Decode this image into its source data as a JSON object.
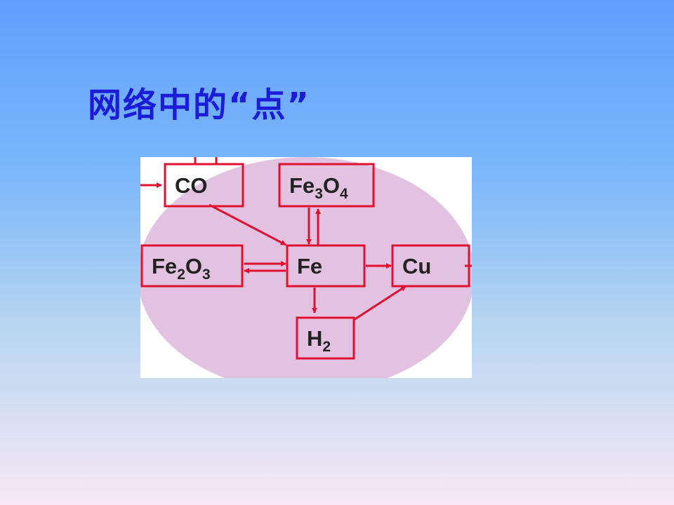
{
  "title": "网络中的“点”",
  "colors": {
    "title": "#1c1cd8",
    "ellipse": "#e2c2e0",
    "box_stroke": "#e01030",
    "arrow": "#e01030",
    "text": "#222222"
  },
  "nodes": [
    {
      "id": "co",
      "parts": [
        {
          "t": "CO"
        }
      ]
    },
    {
      "id": "fe3o4",
      "parts": [
        {
          "t": "Fe"
        },
        {
          "t": "3",
          "sub": true
        },
        {
          "t": "O"
        },
        {
          "t": "4",
          "sub": true
        }
      ]
    },
    {
      "id": "fe2o3",
      "parts": [
        {
          "t": "Fe"
        },
        {
          "t": "2",
          "sub": true
        },
        {
          "t": "O"
        },
        {
          "t": "3",
          "sub": true
        }
      ]
    },
    {
      "id": "fe",
      "parts": [
        {
          "t": "Fe"
        }
      ]
    },
    {
      "id": "cu",
      "parts": [
        {
          "t": "Cu"
        }
      ]
    },
    {
      "id": "h2",
      "parts": [
        {
          "t": "H"
        },
        {
          "t": "2",
          "sub": true
        }
      ]
    }
  ],
  "edges": [
    {
      "from": "co",
      "to": "fe"
    },
    {
      "from": "fe",
      "to": "fe3o4"
    },
    {
      "from": "fe3o4",
      "to": "fe"
    },
    {
      "from": "fe",
      "to": "fe2o3"
    },
    {
      "from": "fe2o3",
      "to": "fe"
    },
    {
      "from": "fe",
      "to": "cu"
    },
    {
      "from": "fe",
      "to": "h2"
    },
    {
      "from": "h2",
      "to": "cu"
    }
  ]
}
